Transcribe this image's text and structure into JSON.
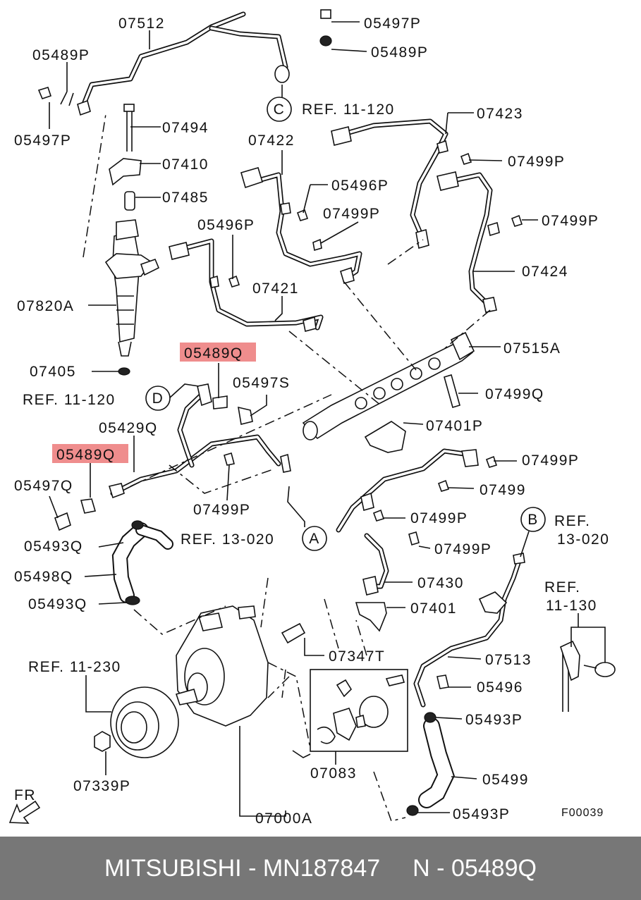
{
  "labels": {
    "l07512": "07512",
    "l05497p_top": "05497P",
    "l05489p_left": "05489P",
    "l05489p_right": "05489P",
    "l05497p_left": "05497P",
    "ref_c": "REF. 11-120",
    "l07494": "07494",
    "l07423": "07423",
    "l07422": "07422",
    "l07410": "07410",
    "l07499p_a": "07499P",
    "l05496p_a": "05496P",
    "l07485": "07485",
    "l07499p_b": "07499P",
    "l05496p_b": "05496P",
    "l07499p_c": "07499P",
    "l07424": "07424",
    "l07421": "07421",
    "l07820a": "07820A",
    "l07515a": "07515A",
    "l05489q_a": "05489Q",
    "l07405": "07405",
    "l05497s": "05497S",
    "ref_d": "REF. 11-120",
    "l07499q": "07499Q",
    "l05429q": "05429Q",
    "l07401p": "07401P",
    "l05489q_b": "05489Q",
    "l07499p_d": "07499P",
    "l05497q": "05497Q",
    "l07499": "07499",
    "l07499p_e": "07499P",
    "l07499p_f": "07499P",
    "ref_13_020_a": "REF. 13-020",
    "ref_b_1": "REF.",
    "ref_b_2": "13-020",
    "l05493q_a": "05493Q",
    "l07499p_g": "07499P",
    "l05498q": "05498Q",
    "l07430": "07430",
    "ref_11_130_1": "REF.",
    "ref_11_130_2": "11-130",
    "l05493q_b": "05493Q",
    "l07401": "07401",
    "l07347t": "07347T",
    "ref_11_230": "REF. 11-230",
    "l07513": "07513",
    "l05496": "05496",
    "l05493p_a": "05493P",
    "l07339p": "07339P",
    "l07083": "07083",
    "l05499": "05499",
    "fr": "FR",
    "l05493p_b": "05493P",
    "l07000a": "07000A",
    "fig_code": "F00039"
  },
  "callouts": {
    "c": "C",
    "d": "D",
    "a": "A",
    "b": "B"
  },
  "caption": {
    "brand_part": "MITSUBISHI - MN187847",
    "ref": "N - 05489Q"
  },
  "colors": {
    "highlight": "#ef8d8d",
    "caption_bg": "#777777",
    "caption_text": "#ffffff"
  }
}
